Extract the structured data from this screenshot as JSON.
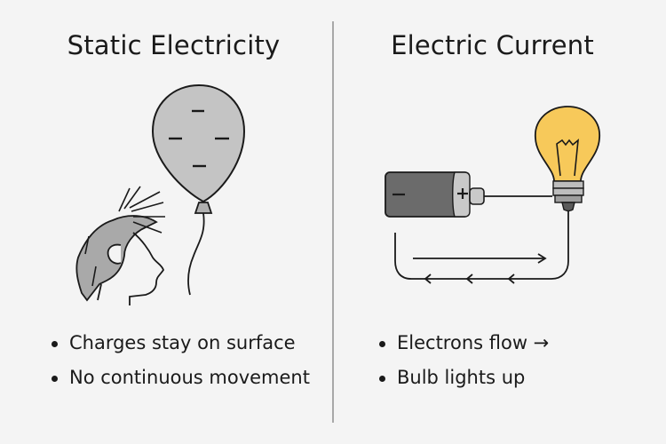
{
  "left_panel": {
    "title": "Static Electricity",
    "illustration": {
      "objects": [
        "child-head",
        "charged-balloon"
      ],
      "balloon_charges": [
        "−",
        "−",
        "−",
        "−"
      ],
      "balloon_color": "#c4c4c4",
      "hair_color": "#a9a9a9"
    },
    "bullets": [
      "Charges stay on surface",
      "No continuous movement"
    ]
  },
  "right_panel": {
    "title": "Electric Current",
    "illustration": {
      "objects": [
        "battery",
        "light-bulb",
        "circuit-wire"
      ],
      "battery_negative": "−",
      "battery_positive": "+",
      "bulb_color": "#f7c95a",
      "battery_body_color": "#6b6b6b",
      "battery_cap_color": "#c9c9c9"
    },
    "bullets": [
      "Electrons flow →",
      "Bulb lights up"
    ]
  }
}
